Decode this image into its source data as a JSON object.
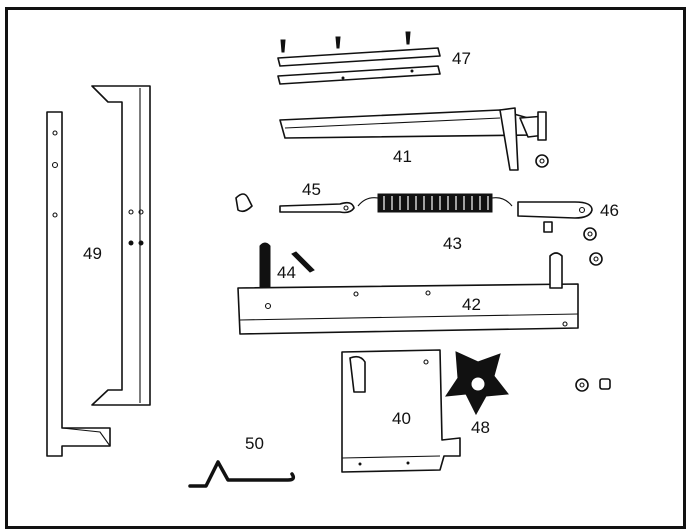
{
  "parts": [
    {
      "id": "p40",
      "name": "part-40",
      "number": "40"
    },
    {
      "id": "p41",
      "name": "part-41",
      "number": "41"
    },
    {
      "id": "p42",
      "name": "part-42",
      "number": "42"
    },
    {
      "id": "p43",
      "name": "part-43",
      "number": "43"
    },
    {
      "id": "p44",
      "name": "part-44",
      "number": "44"
    },
    {
      "id": "p45",
      "name": "part-45",
      "number": "45"
    },
    {
      "id": "p46",
      "name": "part-46",
      "number": "46"
    },
    {
      "id": "p47",
      "name": "part-47",
      "number": "47"
    },
    {
      "id": "p48",
      "name": "part-48",
      "number": "48"
    },
    {
      "id": "p49",
      "name": "part-49",
      "number": "49"
    },
    {
      "id": "p50",
      "name": "part-50",
      "number": "50"
    }
  ],
  "colors": {
    "ink": "#111111",
    "paper": "#ffffff"
  }
}
